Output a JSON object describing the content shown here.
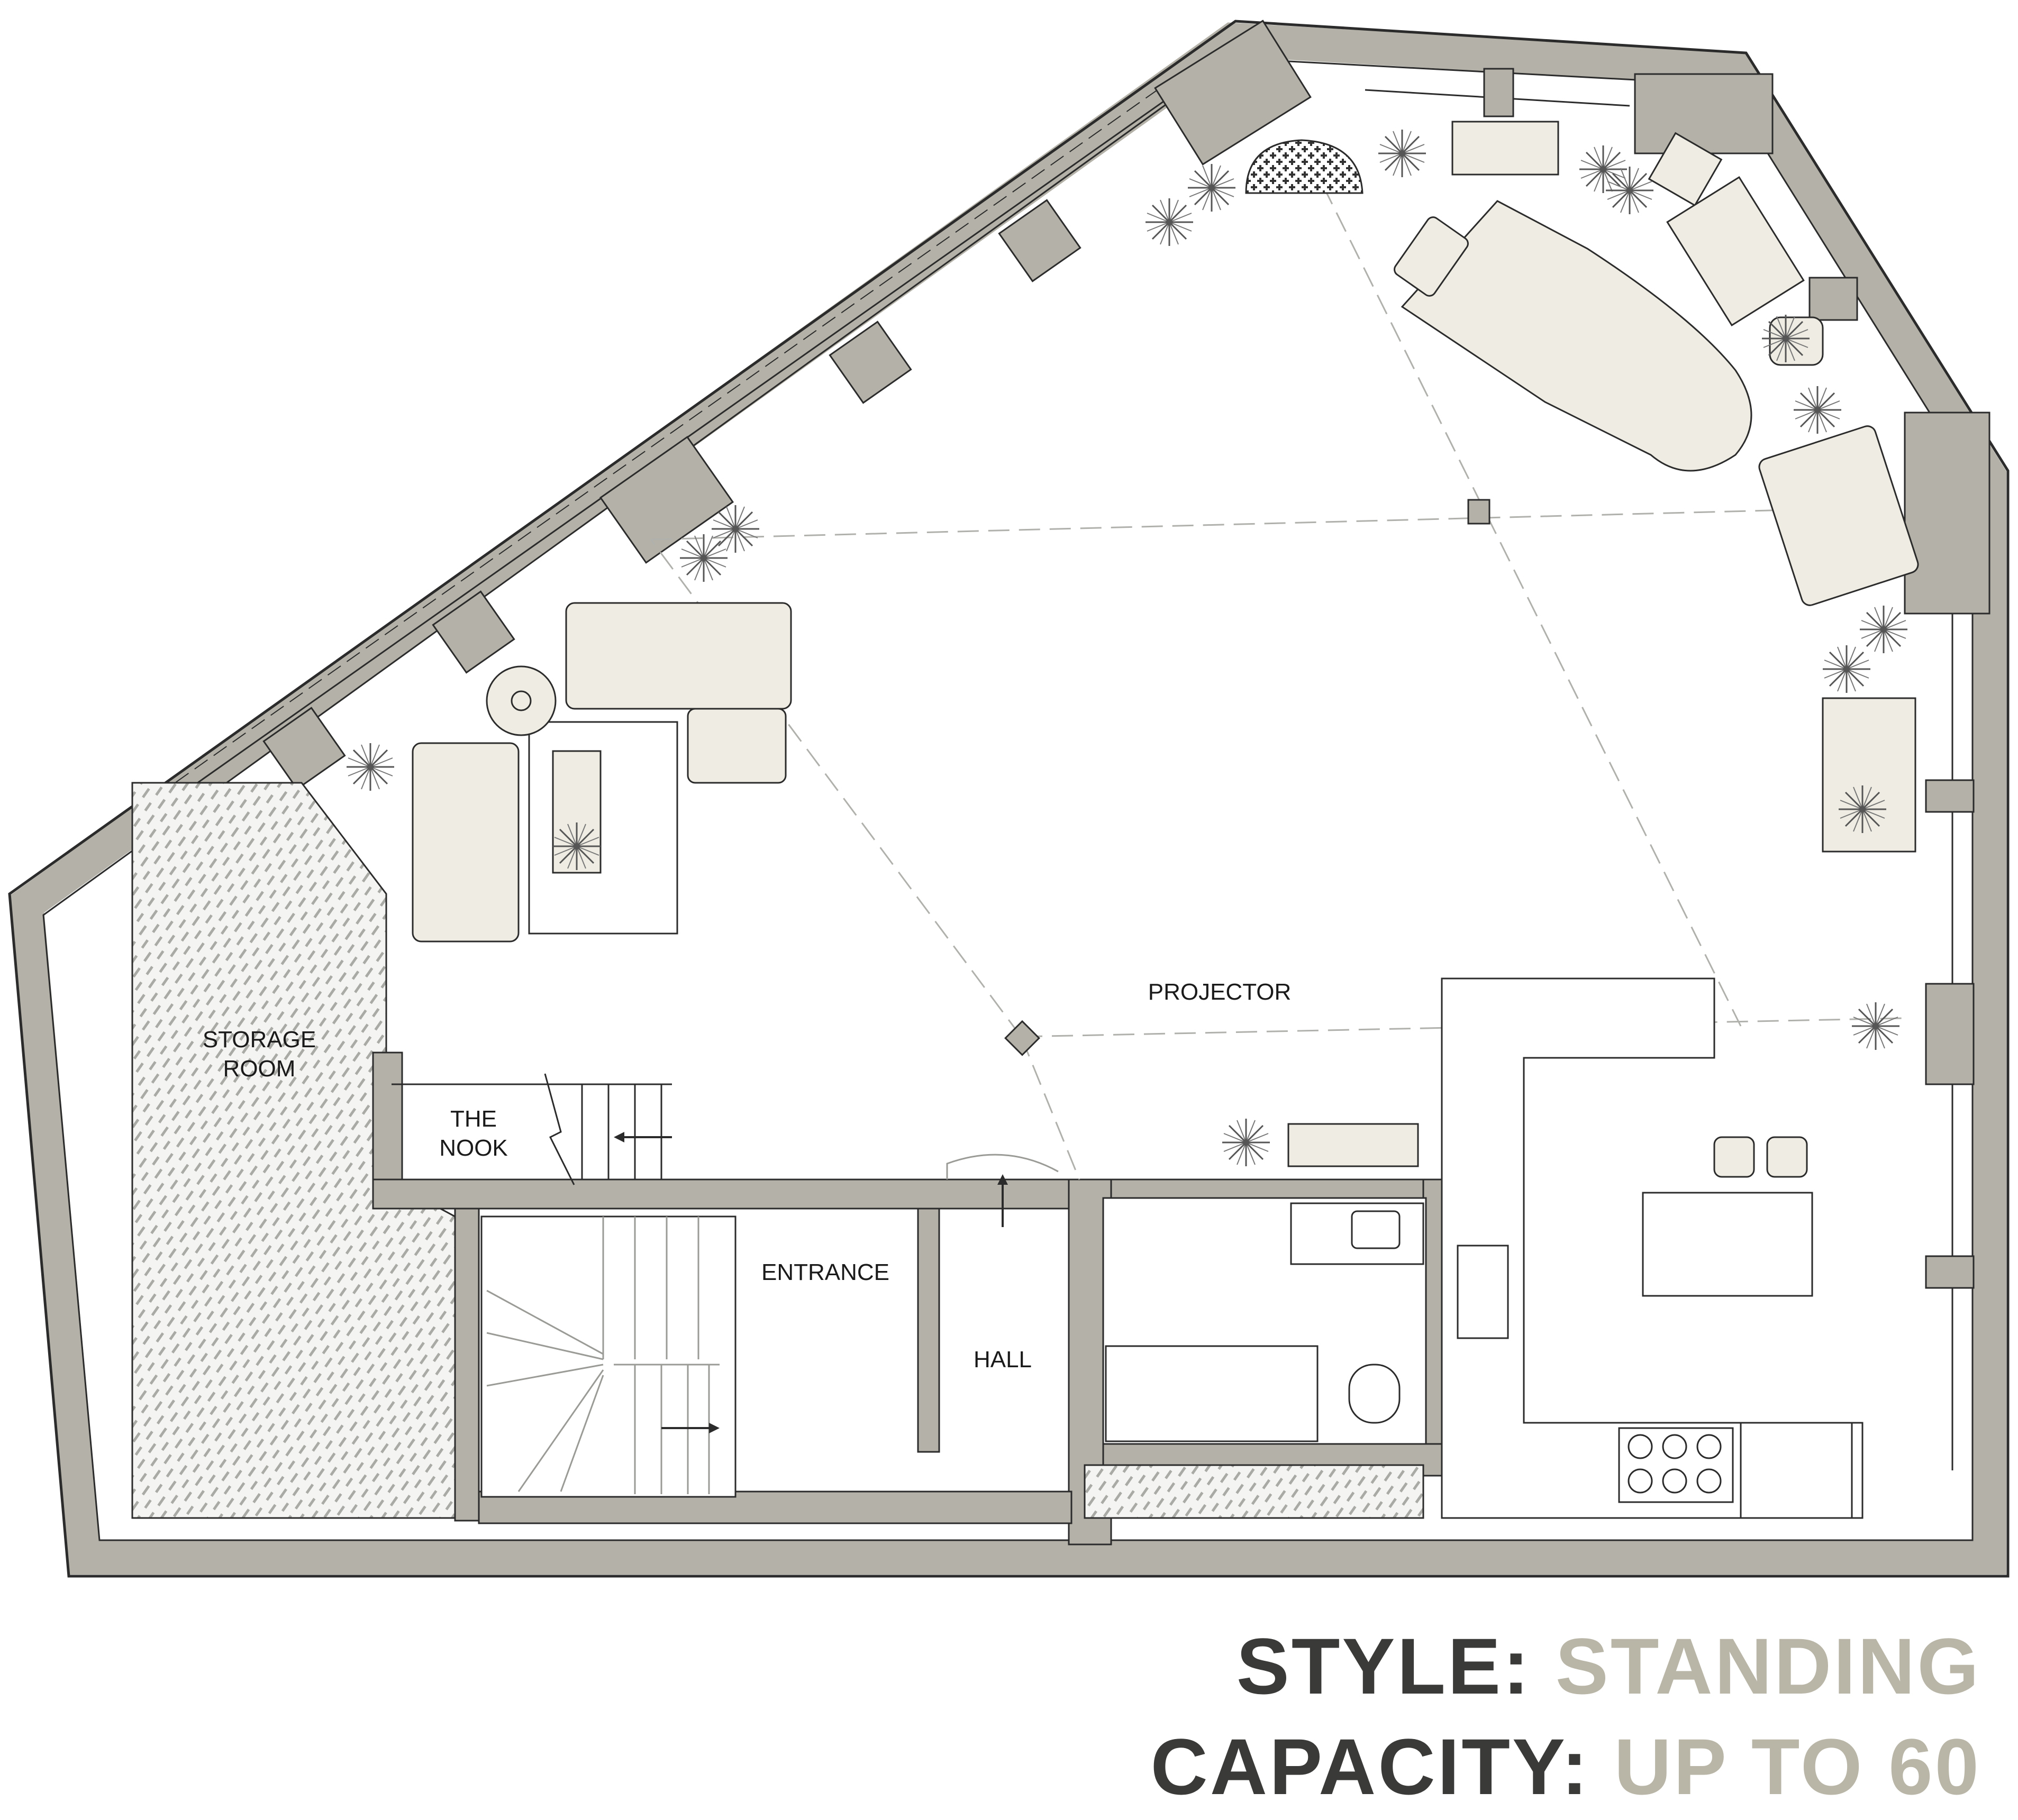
{
  "rooms": {
    "storage": [
      "STORAGE",
      "ROOM"
    ],
    "nook": [
      "THE",
      "NOOK"
    ],
    "entrance": "ENTRANCE",
    "hall": "HALL",
    "projector": "PROJECTOR"
  },
  "info": {
    "style_key": "STYLE:",
    "style_value": "STANDING",
    "capacity_key": "CAPACITY:",
    "capacity_value": "UP TO 60"
  },
  "colors": {
    "wall": "#b4b2a8",
    "furniture": "#efede3",
    "outline": "#2b2b2b",
    "key_text": "#3a3a38",
    "value_text": "#b9b6a8"
  }
}
